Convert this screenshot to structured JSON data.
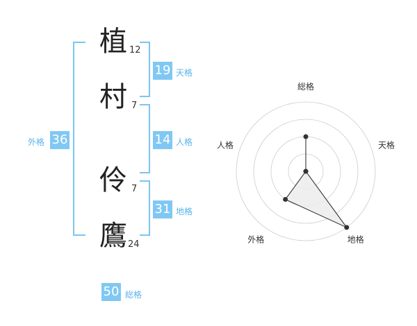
{
  "chars": [
    {
      "kanji": "植",
      "strokes": "12"
    },
    {
      "kanji": "村",
      "strokes": "7"
    },
    {
      "kanji": "伶",
      "strokes": "7"
    },
    {
      "kanji": "鷹",
      "strokes": "24"
    }
  ],
  "kaku": {
    "tenkaku": {
      "value": "19",
      "label": "天格"
    },
    "jinkaku": {
      "value": "14",
      "label": "人格"
    },
    "chikaku": {
      "value": "31",
      "label": "地格"
    },
    "gaikaku": {
      "value": "36",
      "label": "外格"
    },
    "soukaku": {
      "value": "50",
      "label": "総格"
    }
  },
  "radar": {
    "axes": [
      "総格",
      "天格",
      "地格",
      "外格",
      "人格"
    ],
    "values": [
      3,
      1,
      5,
      3,
      1
    ],
    "max": 5,
    "colors": {
      "ring": "#cccccc",
      "fill": "#ececec",
      "stroke": "#222222",
      "dot": "#333333"
    }
  }
}
